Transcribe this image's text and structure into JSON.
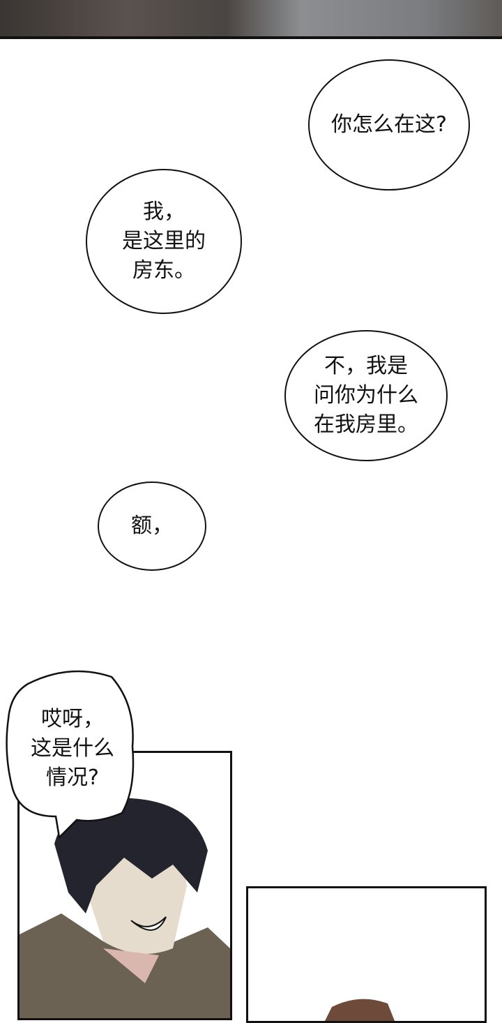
{
  "bubbles": [
    {
      "text": "你怎么在这?"
    },
    {
      "text": "我，\n是这里的\n房东。"
    },
    {
      "text": "不，我是\n问你为什么\n在我房里。"
    },
    {
      "text": "额，"
    },
    {
      "text": "哎呀，\n这是什么\n情况?"
    }
  ]
}
